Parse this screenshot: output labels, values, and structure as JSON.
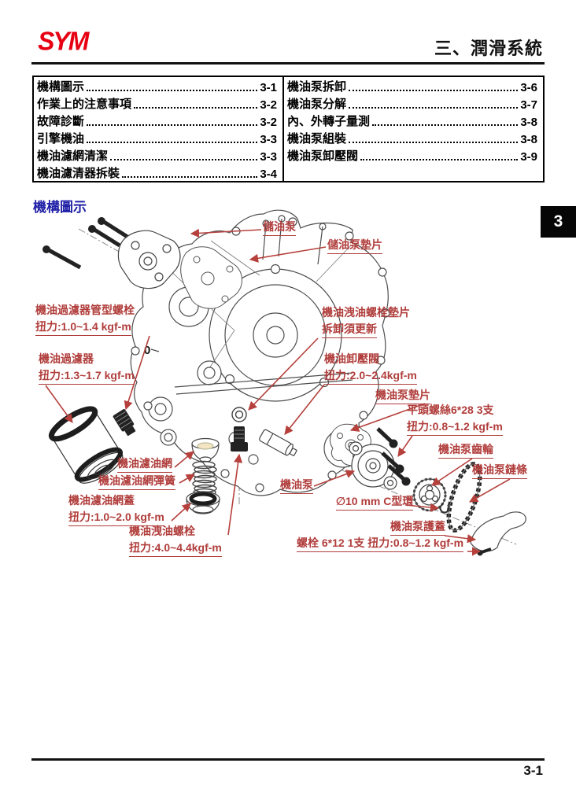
{
  "header": {
    "logo": "SYM",
    "chapter_title": "三、潤滑系統"
  },
  "toc": {
    "left": [
      {
        "label": "機構圖示",
        "page": "3-1"
      },
      {
        "label": "作業上的注意事項",
        "page": "3-2"
      },
      {
        "label": "故障診斷",
        "page": "3-2"
      },
      {
        "label": "引擎機油",
        "page": "3-3"
      },
      {
        "label": "機油濾網清潔",
        "page": "3-3"
      },
      {
        "label": "機油濾清器拆裝",
        "page": "3-4"
      }
    ],
    "right": [
      {
        "label": "機油泵拆卸",
        "page": "3-6"
      },
      {
        "label": "機油泵分解",
        "page": "3-7"
      },
      {
        "label": "內、外轉子量測",
        "page": "3-8"
      },
      {
        "label": "機油泵組裝",
        "page": "3-8"
      },
      {
        "label": "機油泵卸壓閥",
        "page": "3-9"
      }
    ]
  },
  "section": {
    "title": "機構圖示"
  },
  "side_tab": {
    "number": "3"
  },
  "footer": {
    "page_number": "3-1"
  },
  "diagram": {
    "case_mark": "0",
    "labels": [
      {
        "id": "storage-pump",
        "lines": [
          "儲油泵"
        ]
      },
      {
        "id": "storage-pump-gasket",
        "lines": [
          "儲油泵墊片"
        ]
      },
      {
        "id": "filter-tube-bolt",
        "lines": [
          "機油過濾器管型螺栓",
          "扭力:1.0~1.4 kgf-m"
        ]
      },
      {
        "id": "oil-filter",
        "lines": [
          "機油過濾器",
          "扭力:1.3~1.7 kgf-m"
        ]
      },
      {
        "id": "drain-bolt-washer",
        "lines": [
          "機油洩油螺栓墊片",
          "拆卸須更新"
        ]
      },
      {
        "id": "relief-valve",
        "lines": [
          "機油卸壓閥",
          "扭力:2.0~2.4kgf-m"
        ]
      },
      {
        "id": "oil-pump-gasket",
        "lines": [
          "機油泵墊片"
        ]
      },
      {
        "id": "flat-head-screws",
        "lines": [
          "平頭螺絲6*28 3支",
          "扭力:0.8~1.2 kgf-m"
        ]
      },
      {
        "id": "oil-strainer",
        "lines": [
          "機油濾油網"
        ]
      },
      {
        "id": "oil-strainer-spring",
        "lines": [
          "機油濾油網彈簧"
        ]
      },
      {
        "id": "oil-strainer-cap",
        "lines": [
          "機油濾油網蓋",
          "扭力:1.0~2.0 kgf-m"
        ]
      },
      {
        "id": "oil-drain-bolt",
        "lines": [
          "機油洩油螺栓",
          "扭力:4.0~4.4kgf-m"
        ]
      },
      {
        "id": "oil-pump",
        "lines": [
          "機油泵"
        ]
      },
      {
        "id": "c-ring",
        "lines": [
          "∅10 mm C型環"
        ]
      },
      {
        "id": "oil-pump-gear",
        "lines": [
          "機油泵齒輪"
        ]
      },
      {
        "id": "oil-pump-chain",
        "lines": [
          "機油泵鏈條"
        ]
      },
      {
        "id": "oil-pump-cover",
        "lines": [
          "機油泵護蓋"
        ]
      },
      {
        "id": "cover-bolt",
        "lines": [
          "螺栓 6*12 1支 扭力:0.8~1.2 kgf-m"
        ]
      }
    ]
  },
  "colors": {
    "label_red": "#b03d3b",
    "arrow_red": "#b5403c",
    "heading_blue": "#2121a8",
    "logo_red": "#e60012",
    "tab_bg": "#060606"
  }
}
